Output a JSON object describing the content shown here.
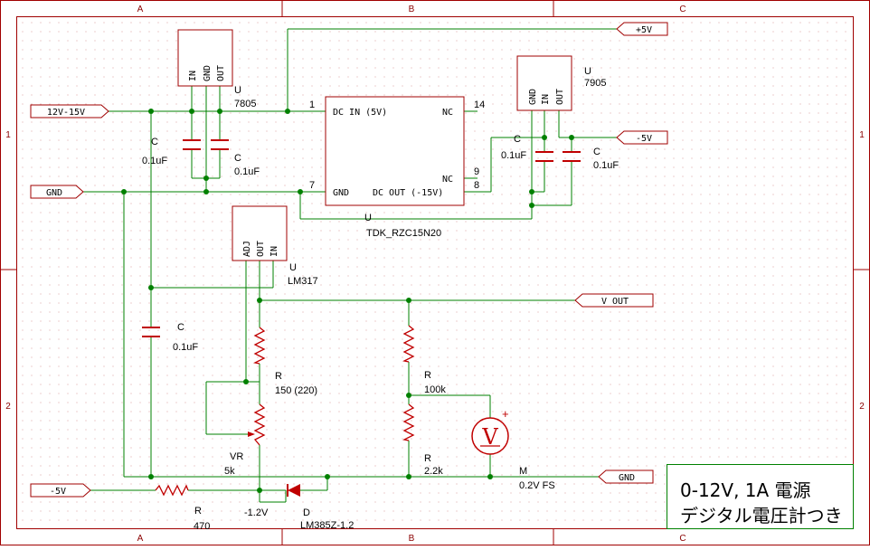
{
  "colors": {
    "wire": "#008000",
    "part": "#c00000",
    "junction": "#008000",
    "frame": "#a00000",
    "grid": "#d9a0a0"
  },
  "frame": {
    "columns": [
      "A",
      "B",
      "C"
    ],
    "rows": [
      "1",
      "2"
    ]
  },
  "title_block": {
    "line1": "0-12V, 1A 電源",
    "line2": "デジタル電圧計つき"
  },
  "ports": {
    "vin": "12V-15V",
    "gnd_left": "GND",
    "neg5_left": "-5V",
    "pos5": "+5V",
    "neg5_right": "-5V",
    "vout": "V OUT",
    "gnd_right": "GND"
  },
  "parts": {
    "u7805": {
      "ref": "U",
      "value": "7805",
      "pins": [
        "IN",
        "GND",
        "OUT"
      ]
    },
    "u7905": {
      "ref": "U",
      "value": "7905",
      "pins": [
        "GND",
        "IN",
        "OUT"
      ]
    },
    "lm317": {
      "ref": "U",
      "value": "LM317",
      "pins": [
        "ADJ",
        "OUT",
        "IN"
      ]
    },
    "tdk": {
      "ref": "U",
      "value": "TDK_RZC15N20",
      "pin_dcin": "DC IN (5V)",
      "pin_gnd": "GND",
      "pin_dcout": "DC OUT (-15V)",
      "pin_nc1": "NC",
      "pin_nc2": "NC",
      "num_dcin": "1",
      "num_gnd": "7",
      "num_nc1": "14",
      "num_nc2": "9",
      "num_dcout": "8"
    },
    "c1": {
      "ref": "C",
      "value": "0.1uF"
    },
    "c2": {
      "ref": "C",
      "value": "0.1uF"
    },
    "c3": {
      "ref": "C",
      "value": "0.1uF"
    },
    "c4": {
      "ref": "C",
      "value": "0.1uF"
    },
    "c5": {
      "ref": "C",
      "value": "0.1uF"
    },
    "r_150": {
      "ref": "R",
      "value": "150 (220)"
    },
    "vr": {
      "ref": "VR",
      "value": "5k"
    },
    "r_100k": {
      "ref": "R",
      "value": "100k"
    },
    "r_2k2": {
      "ref": "R",
      "value": "2.2k"
    },
    "r_470": {
      "ref": "R",
      "value": "470"
    },
    "diode": {
      "ref": "D",
      "value": "LM385Z-1.2",
      "node": "-1.2V"
    },
    "meter": {
      "ref": "M",
      "value": "0.2V FS",
      "symbol": "V",
      "plus": "+"
    }
  }
}
